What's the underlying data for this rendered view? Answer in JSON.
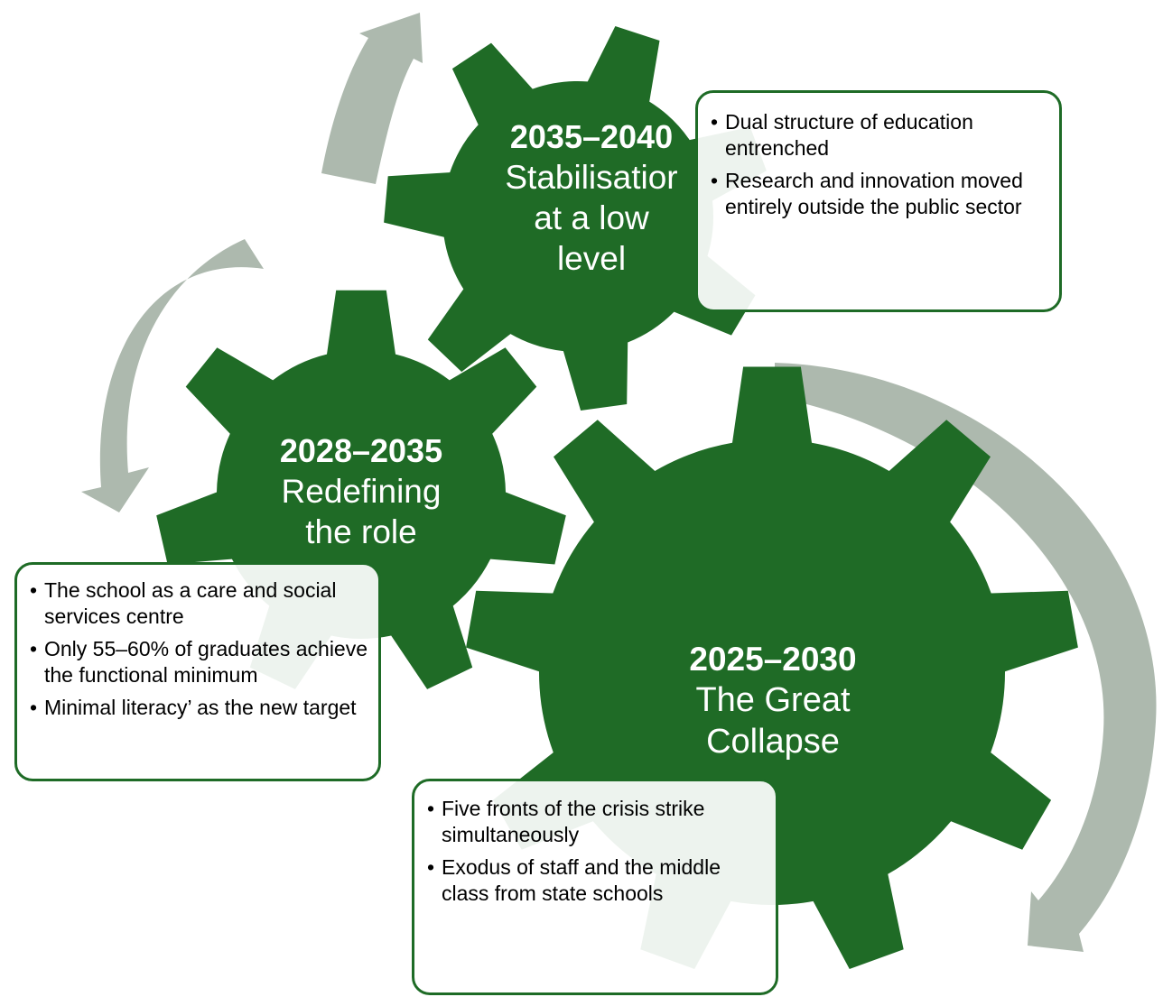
{
  "colors": {
    "gear": "#1f6b26",
    "arrow": "#adb9ae",
    "card_border": "#1e6b26"
  },
  "stages": [
    {
      "id": "stage-2035",
      "years": "2035–2040",
      "title_lines": [
        "Stabilisatior",
        "at a low",
        "level"
      ],
      "bullets": [
        "Dual structure of education entrenched",
        "Research and innovation moved entirely outside the public sector"
      ]
    },
    {
      "id": "stage-2028",
      "years": "2028–2035",
      "title_lines": [
        "Redefining",
        "the role"
      ],
      "bullets": [
        "The school as a care and social services centre",
        "Only 55–60% of graduates achieve the functional minimum",
        " Minimal literacy’ as the new target"
      ]
    },
    {
      "id": "stage-2025",
      "years": "2025–2030",
      "title_lines": [
        "The Great",
        "Collapse"
      ],
      "bullets": [
        "Five fronts of the crisis strike simultaneously",
        "Exodus of staff and the middle class from state schools"
      ]
    }
  ]
}
